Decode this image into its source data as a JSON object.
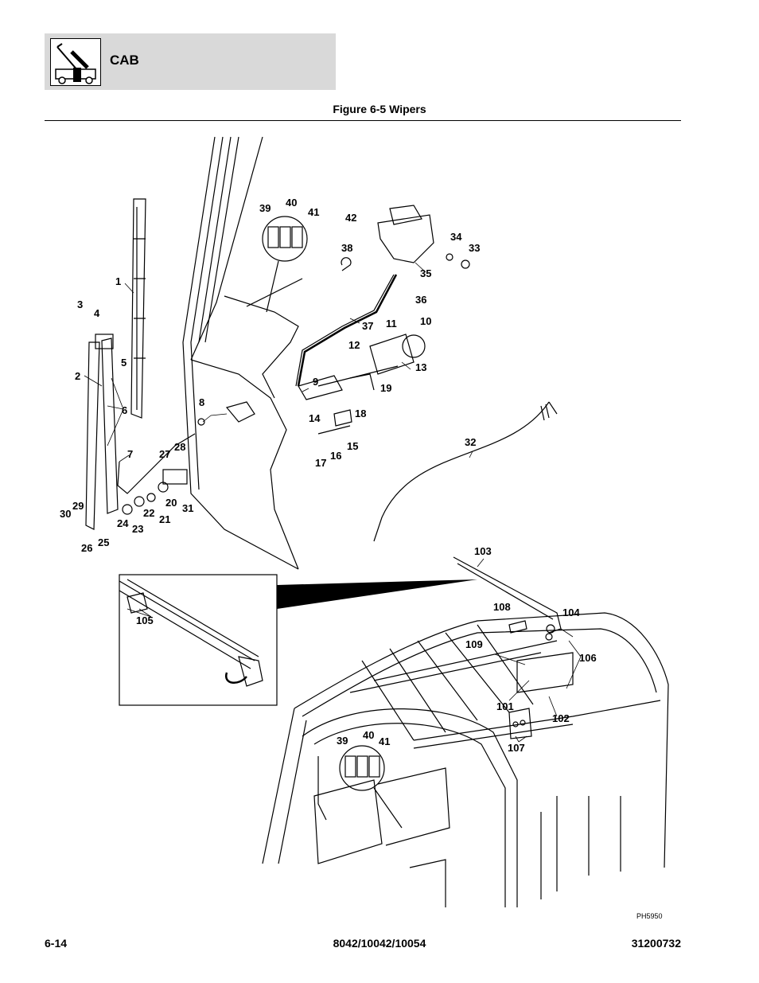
{
  "header": {
    "section": "CAB",
    "logo_icon": "telehandler-icon"
  },
  "figure": {
    "title": "Figure 6-5 Wipers",
    "ref_code": "PH5950"
  },
  "callouts": {
    "c1": "1",
    "c2": "2",
    "c3": "3",
    "c4": "4",
    "c5": "5",
    "c6": "6",
    "c7": "7",
    "c8": "8",
    "c9": "9",
    "c10": "10",
    "c11": "11",
    "c12": "12",
    "c13": "13",
    "c14": "14",
    "c15": "15",
    "c16": "16",
    "c17": "17",
    "c18": "18",
    "c19": "19",
    "c20": "20",
    "c21": "21",
    "c22": "22",
    "c23": "23",
    "c24": "24",
    "c25": "25",
    "c26": "26",
    "c27": "27",
    "c28": "28",
    "c29": "29",
    "c30": "30",
    "c31": "31",
    "c32": "32",
    "c33": "33",
    "c34": "34",
    "c35": "35",
    "c36": "36",
    "c37": "37",
    "c38": "38",
    "c39": "39",
    "c40": "40",
    "c41": "41",
    "c42": "42",
    "c101": "101",
    "c102": "102",
    "c103": "103",
    "c104": "104",
    "c105": "105",
    "c106": "106",
    "c107": "107",
    "c108": "108",
    "c109": "109"
  },
  "footer": {
    "page": "6-14",
    "models": "8042/10042/10054",
    "doc_number": "31200732"
  }
}
